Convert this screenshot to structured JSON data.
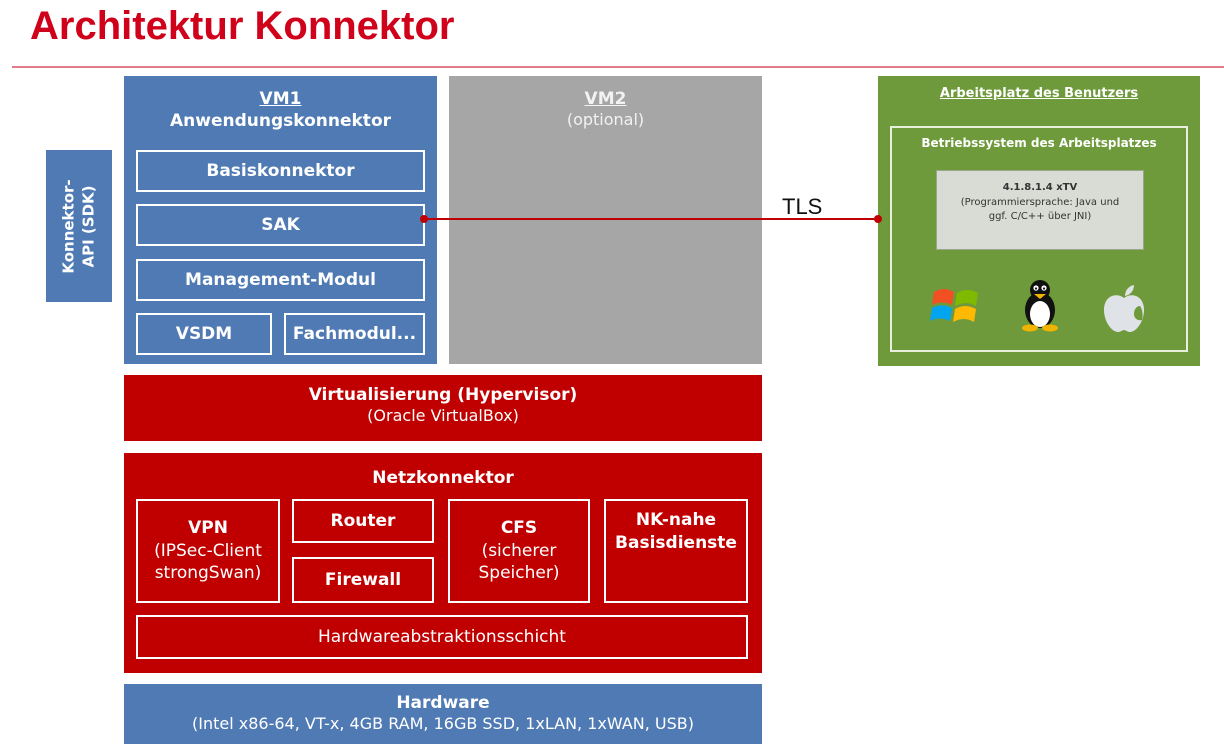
{
  "title": "Architektur Konnektor",
  "api": {
    "label_line1": "Konnektor-",
    "label_line2": "API (SDK)"
  },
  "vm1": {
    "title": "VM1",
    "subtitle": "Anwendungskonnektor",
    "modules": {
      "basis": "Basiskonnektor",
      "sak": "SAK",
      "management": "Management-Modul",
      "vsdm": "VSDM",
      "fachmodul": "Fachmodul..."
    }
  },
  "vm2": {
    "title": "VM2",
    "subtitle": "(optional)"
  },
  "tls": "TLS",
  "workstation": {
    "title": "Arbeitsplatz des Benutzers",
    "os_title": "Betriebssystem des Arbeitsplatzes",
    "tv_line1": "4.1.8.1.4 xTV",
    "tv_line2": "(Programmiersprache: Java und",
    "tv_line3": "ggf. C/C++ über JNI)",
    "icons": [
      "windows-icon",
      "linux-icon",
      "apple-icon"
    ]
  },
  "hypervisor": {
    "title": "Virtualisierung (Hypervisor)",
    "subtitle": "(Oracle VirtualBox)"
  },
  "netzkonnektor": {
    "title": "Netzkonnektor",
    "vpn": {
      "title": "VPN",
      "line1": "(IPSec-Client",
      "line2": "strongSwan)"
    },
    "router": "Router",
    "firewall": "Firewall",
    "cfs": {
      "title": "CFS",
      "line1": "(sicherer",
      "line2": "Speicher)"
    },
    "nk": {
      "line1": "NK-nahe",
      "line2": "Basisdienste"
    },
    "hal": "Hardwareabstraktionsschicht"
  },
  "hardware": {
    "title": "Hardware",
    "subtitle": "(Intel x86-64, VT-x, 4GB RAM, 16GB SSD, 1xLAN, 1xWAN, USB)"
  },
  "colors": {
    "title": "#d0021b",
    "blue": "#4f7ab3",
    "gray": "#a6a6a6",
    "red": "#c00000",
    "green": "#6e9a3b"
  }
}
